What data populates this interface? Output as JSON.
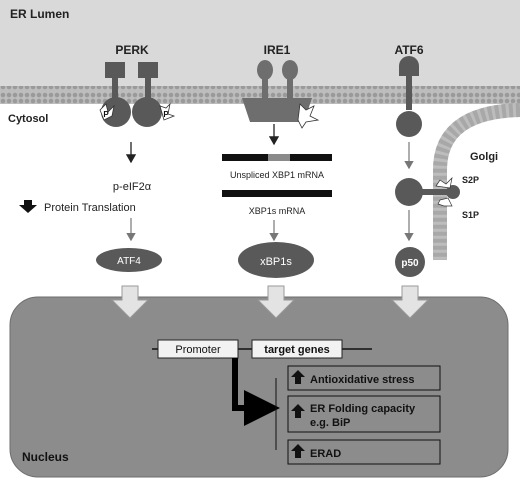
{
  "title": "ER Lumen",
  "compartments": {
    "cytosol": "Cytosol",
    "golgi": "Golgi",
    "nucleus": "Nucleus"
  },
  "sensors": {
    "perk": "PERK",
    "ire1": "IRE1",
    "atf6": "ATF6"
  },
  "perk_branch": {
    "p_label": "P",
    "step1": "p-eIF2α",
    "step2": "Protein Translation",
    "product": "ATF4"
  },
  "ire1_branch": {
    "unspliced": "Unspliced XBP1 mRNA",
    "spliced": "XBP1s  mRNA",
    "product": "xBP1s"
  },
  "atf6_branch": {
    "protease1": "S2P",
    "protease2": "S1P",
    "product": "p50"
  },
  "dna": {
    "promoter": "Promoter",
    "target": "target genes"
  },
  "outcomes": {
    "o1": "Antioxidative stress",
    "o2a": "ER Folding capacity",
    "o2b": "e.g. BiP",
    "o3": "ERAD"
  },
  "colors": {
    "lumen": "#d9d9d9",
    "membrane": "#b3b3b3",
    "protein": "#595959",
    "nucleus": "#8c8c8c",
    "arrow_block": "#d0d0d0"
  }
}
